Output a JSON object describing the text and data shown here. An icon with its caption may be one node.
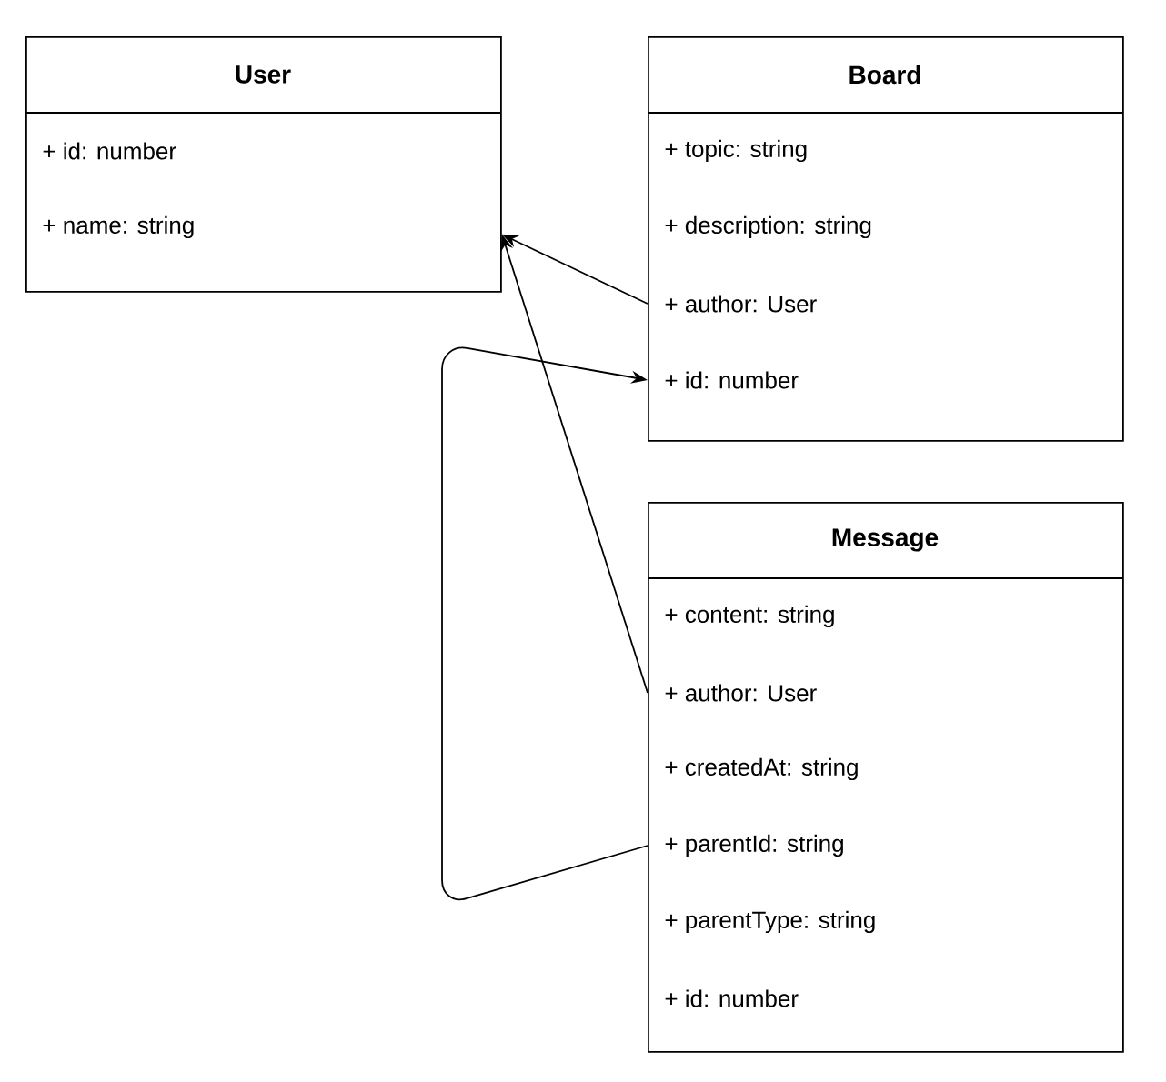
{
  "diagram": {
    "nodes": [
      {
        "text": [
          "User"
        ]
      },
      {
        "text": [
          "+ id: number"
        ],
        "in": 0
      },
      {
        "text": [
          "+ name: string"
        ],
        "in": 0
      },
      {
        "text": [
          "Board"
        ]
      },
      {
        "text": [
          "+ topic: string"
        ],
        "in": 3
      },
      {
        "text": [
          "+ description: string"
        ],
        "in": 3
      },
      {
        "text": [
          "+ author: User"
        ],
        "in": 3
      },
      {
        "text": [
          "+ id: number"
        ],
        "in": 3
      },
      {
        "text": [
          "Message"
        ]
      },
      {
        "text": [
          "+ content: string"
        ],
        "in": 8
      },
      {
        "text": [
          "+ author: User"
        ],
        "in": 8
      },
      {
        "text": [
          "+ createdAt: string"
        ],
        "in": 8
      },
      {
        "text": [
          "+ parentId: string"
        ],
        "in": 8
      },
      {
        "text": [
          "+ parentType: string"
        ],
        "in": 8
      },
      {
        "text": [
          "+ id: number"
        ],
        "in": 8
      }
    ],
    "edges": [
      {
        "from": 6,
        "to": 0,
        "arrow": "to"
      },
      {
        "from": 10,
        "to": 0,
        "arrow": "to"
      },
      {
        "from": 12,
        "to": 7,
        "arrow": "to"
      }
    ]
  }
}
